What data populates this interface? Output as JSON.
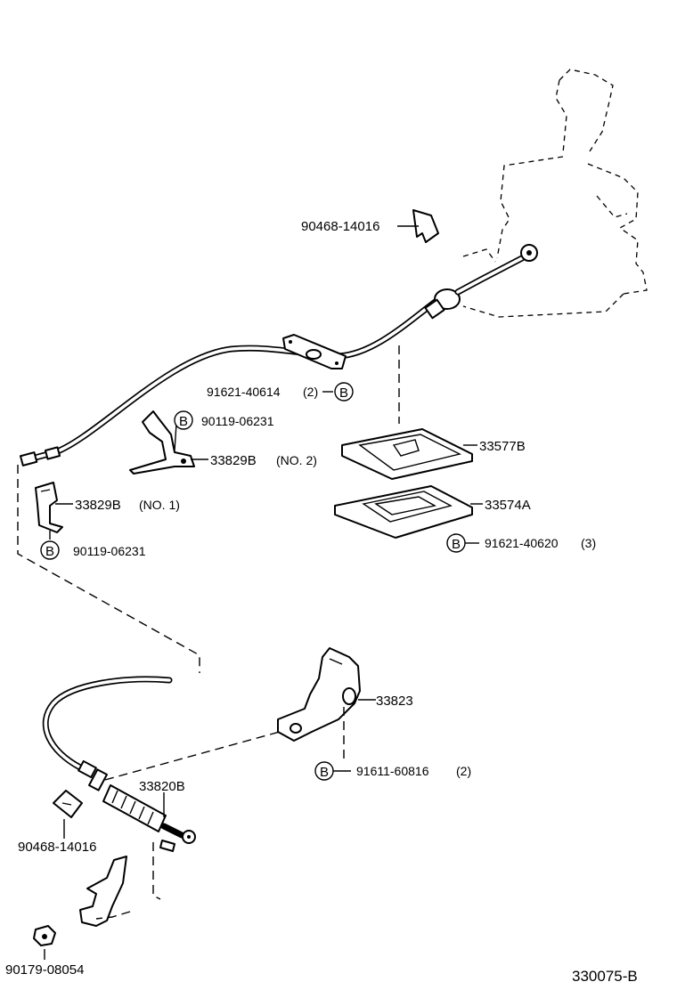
{
  "diagram": {
    "ref_code": "330075-B",
    "bolt_marker": "B",
    "parts": {
      "clip_upper": "90468-14016",
      "bolt_cable_bracket": "91621-40614",
      "bolt_cable_bracket_qty": "(2)",
      "bolt_bracket_no2": "90119-06231",
      "bracket_no2": "33829B",
      "bracket_no2_suffix": "(NO. 2)",
      "bracket_no1": "33829B",
      "bracket_no1_suffix": "(NO. 1)",
      "bolt_bracket_no1": "90119-06231",
      "boot_upper": "33577B",
      "plate_lower": "33574A",
      "bolt_plate": "91621-40620",
      "bolt_plate_qty": "(3)",
      "bracket_lower": "33823",
      "bolt_bracket_lower": "91611-60816",
      "bolt_bracket_lower_qty": "(2)",
      "cable_assy": "33820B",
      "clip_lower": "90468-14016",
      "nut": "90179-08054"
    }
  }
}
